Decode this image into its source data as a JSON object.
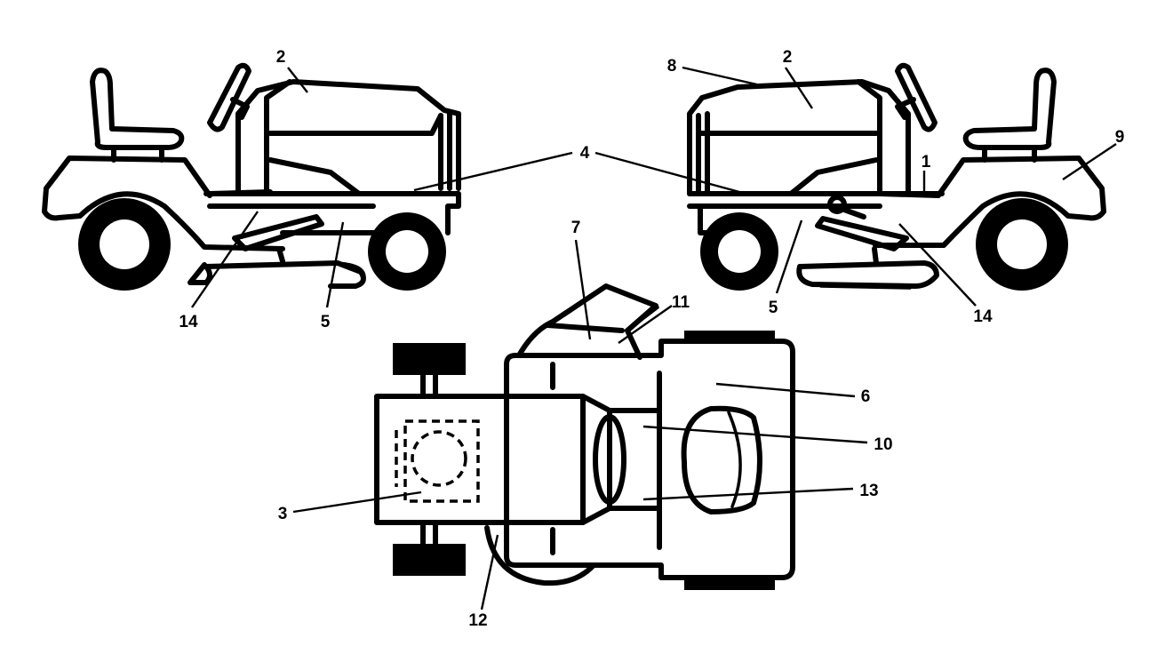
{
  "diagram": {
    "callouts": {
      "c1": "1",
      "c2": "2",
      "c3": "3",
      "c4": "4",
      "c5": "5",
      "c6": "6",
      "c7": "7",
      "c8": "8",
      "c9": "9",
      "c10": "10",
      "c11": "11",
      "c12": "12",
      "c13": "13",
      "c14": "14"
    },
    "colors": {
      "stroke": "#000000",
      "background": "#ffffff"
    }
  }
}
